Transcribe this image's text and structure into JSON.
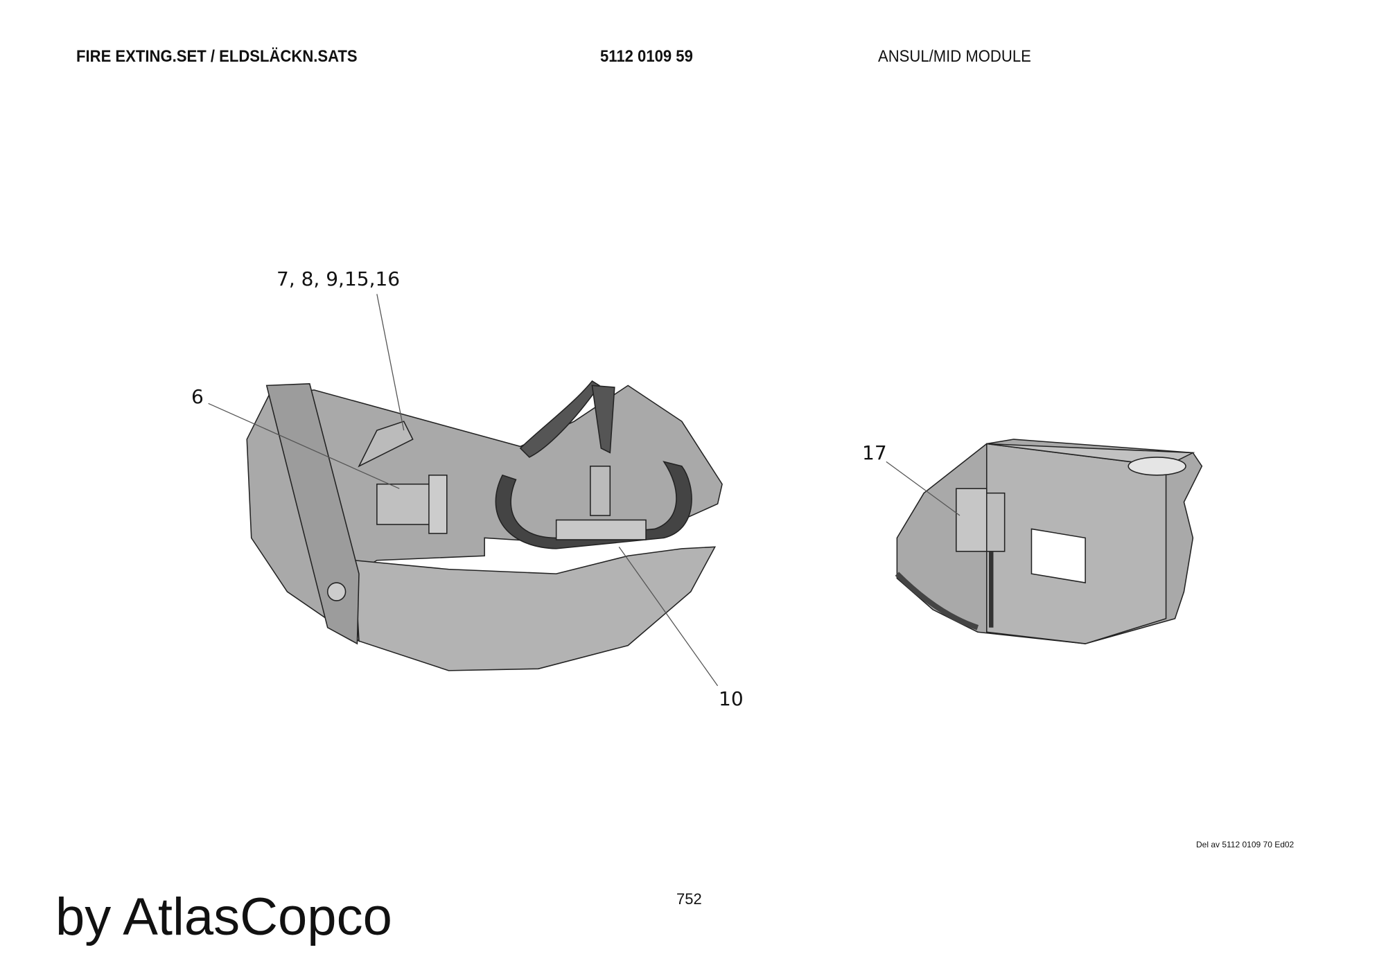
{
  "header": {
    "title": "FIRE EXTING.SET / ELDSLÄCKN.SATS",
    "part_number": "5112 0109 59",
    "module": "ANSUL/MID MODULE"
  },
  "callouts": {
    "group": "7, 8, 9,15,16",
    "six": "6",
    "ten": "10",
    "seventeen": "17"
  },
  "footer": {
    "reference": "Del av 5112 0109 70 Ed02",
    "page_number": "752",
    "brand": "by AtlasCopco"
  }
}
